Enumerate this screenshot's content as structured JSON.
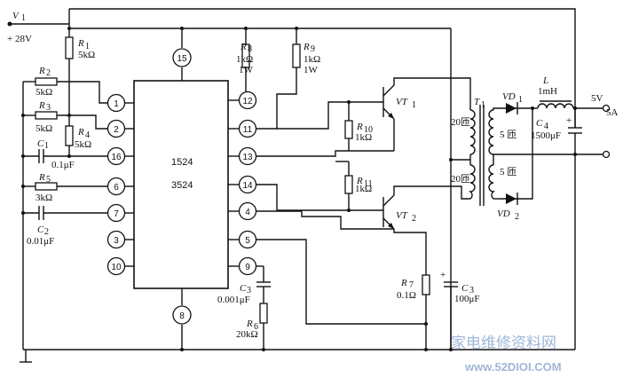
{
  "supply": {
    "name": "V",
    "sub": "1",
    "voltage": "+ 28V"
  },
  "ic": {
    "line1": "1524",
    "line2": "3524"
  },
  "pins": {
    "p1": "1",
    "p2": "2",
    "p16": "16",
    "p6": "6",
    "p7": "7",
    "p3": "3",
    "p10": "10",
    "p15": "15",
    "p12": "12",
    "p11": "11",
    "p13": "13",
    "p14": "14",
    "p4": "4",
    "p5": "5",
    "p9": "9",
    "p8": "8"
  },
  "components": {
    "R1": {
      "name": "R",
      "sub": "1",
      "value": "5kΩ"
    },
    "R2": {
      "name": "R",
      "sub": "2",
      "value": "5kΩ"
    },
    "R3": {
      "name": "R",
      "sub": "3",
      "value": "5kΩ"
    },
    "R4": {
      "name": "R",
      "sub": "4",
      "value": "5kΩ"
    },
    "C1": {
      "name": "C",
      "sub": "1",
      "value": "0.1μF"
    },
    "R5": {
      "name": "R",
      "sub": "5",
      "value": "3kΩ"
    },
    "C2": {
      "name": "C",
      "sub": "2",
      "value": "0.01μF"
    },
    "R8": {
      "name": "R",
      "sub": "8",
      "value": "1kΩ",
      "power": "1W"
    },
    "R9": {
      "name": "R",
      "sub": "9",
      "value": "1kΩ",
      "power": "1W"
    },
    "R10": {
      "name": "R",
      "sub": "10",
      "value": "1kΩ"
    },
    "R11": {
      "name": "R",
      "sub": "11",
      "value": "1kΩ"
    },
    "VT1": {
      "name": "VT",
      "sub": "1"
    },
    "VT2": {
      "name": "VT",
      "sub": "2"
    },
    "T1": {
      "name": "T",
      "sub": "1",
      "primary_top": "20匝",
      "primary_bottom": "20匝",
      "secondary_top": "5 匝",
      "secondary_bottom": "5 匝"
    },
    "VD1": {
      "name": "VD",
      "sub": "1"
    },
    "VD2": {
      "name": "VD",
      "sub": "2"
    },
    "L": {
      "name": "L",
      "value": "1mH"
    },
    "C4": {
      "name": "C",
      "sub": "4",
      "value": "1500μF"
    },
    "C3a": {
      "name": "C",
      "sub": "3",
      "value": "0.001μF"
    },
    "R6": {
      "name": "R",
      "sub": "6",
      "value": "20kΩ"
    },
    "R7": {
      "name": "R",
      "sub": "7",
      "value": "0.1Ω"
    },
    "C3b": {
      "name": "C",
      "sub": "3",
      "value": "100μF"
    }
  },
  "output": {
    "voltage": "5V",
    "current": "5A",
    "plus": "+"
  },
  "watermark": {
    "cn": "家电维修资料网",
    "url": "www.52DIOI.COM"
  }
}
